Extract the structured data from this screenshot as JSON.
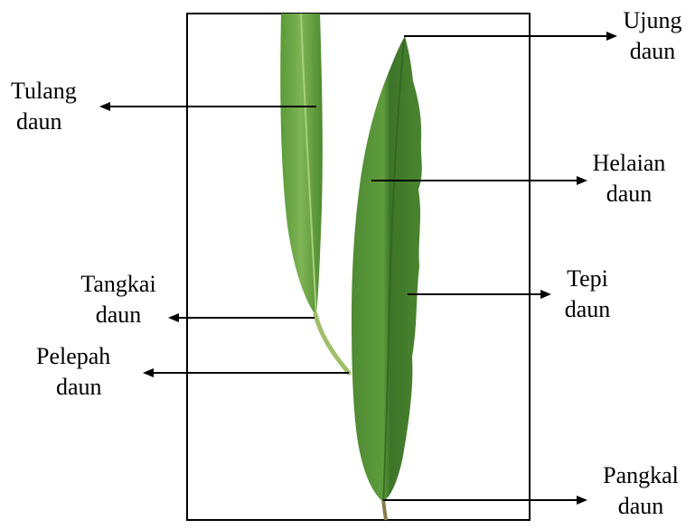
{
  "labels": {
    "ujung": {
      "line1": "Ujung",
      "line2": "daun"
    },
    "tulang": {
      "line1": "Tulang",
      "line2": "daun"
    },
    "helaian": {
      "line1": "Helaian",
      "line2": "daun"
    },
    "tepi": {
      "line1": "Tepi",
      "line2": "daun"
    },
    "tangkai": {
      "line1": "Tangkai",
      "line2": "daun"
    },
    "pelepah": {
      "line1": "Pelepah",
      "line2": "daun"
    },
    "pangkal": {
      "line1": "Pangkal",
      "line2": "daun"
    }
  },
  "colors": {
    "leaf_dark": "#3f7a2c",
    "leaf_mid": "#5a9a3a",
    "leaf_light": "#86b85a",
    "arrow": "#000000",
    "frame": "#000000"
  }
}
